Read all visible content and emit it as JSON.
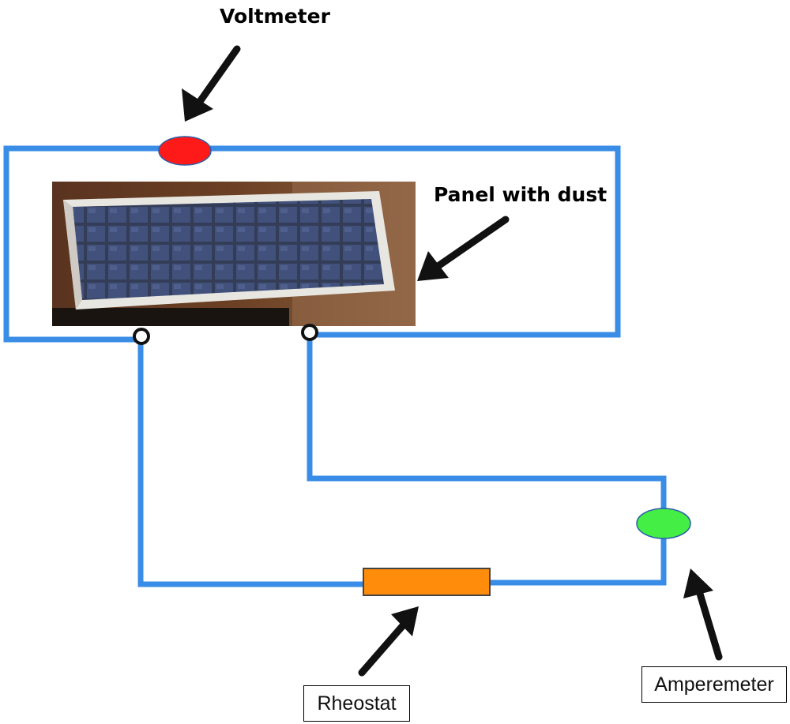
{
  "labels": {
    "voltmeter": "Voltmeter",
    "panel": "Panel with dust",
    "rheostat": "Rheostat",
    "amperemeter": "Amperemeter"
  },
  "colors": {
    "wire": "#3a8de6",
    "voltmeter": "#ff1a1a",
    "amperemeter": "#44ee44",
    "rheostat": "#ff8c0a",
    "arrow": "#111111"
  }
}
